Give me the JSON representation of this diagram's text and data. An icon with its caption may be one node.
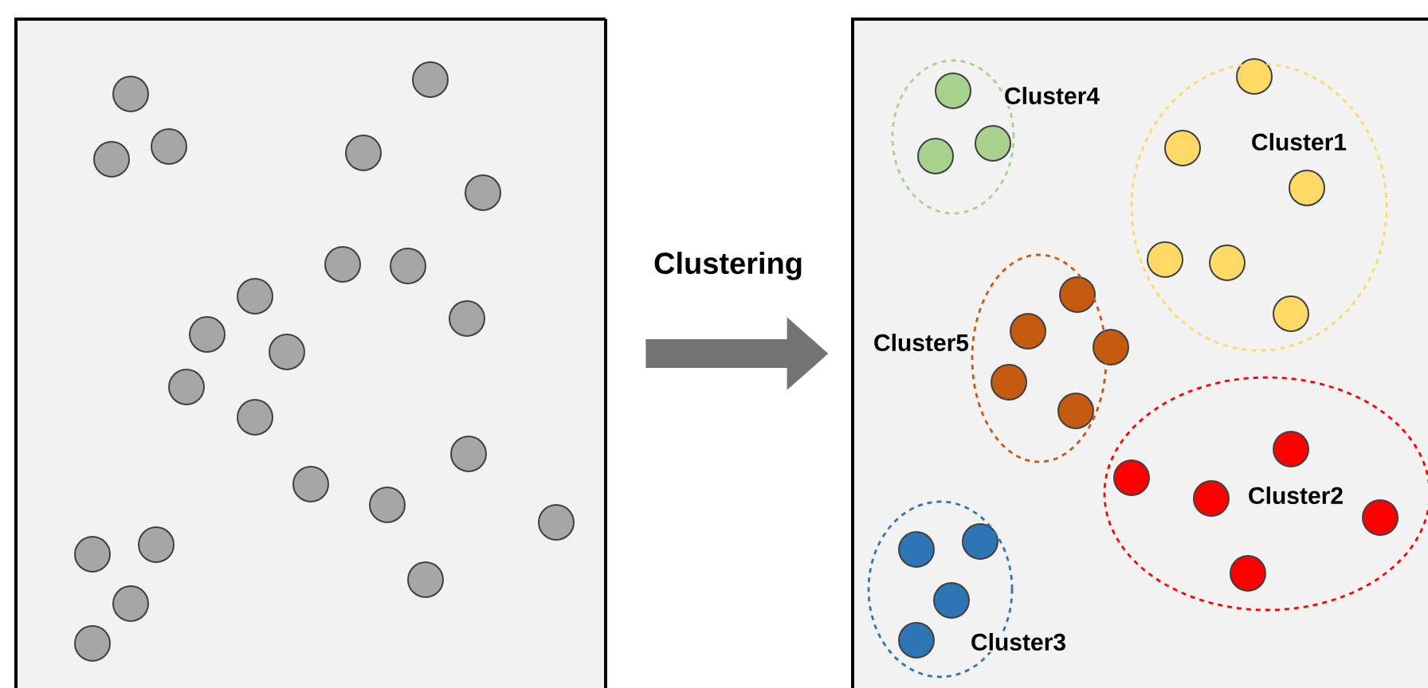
{
  "diagram": {
    "nodes": [
      {
        "text": [],
        "shape": "box"
      },
      {
        "text": [],
        "shape": "box"
      },
      {
        "text": [
          "Cluster4"
        ],
        "in": 1
      },
      {
        "text": [
          "Cluster1"
        ],
        "in": 1
      },
      {
        "text": [
          "Cluster5"
        ],
        "in": 1
      },
      {
        "text": [
          "Cluster2"
        ],
        "in": 1
      },
      {
        "text": [
          "Cluster3"
        ],
        "in": 1
      }
    ],
    "edges": [
      {
        "from": 0,
        "to": 1,
        "arrow": "to",
        "label": "Clustering"
      }
    ]
  }
}
